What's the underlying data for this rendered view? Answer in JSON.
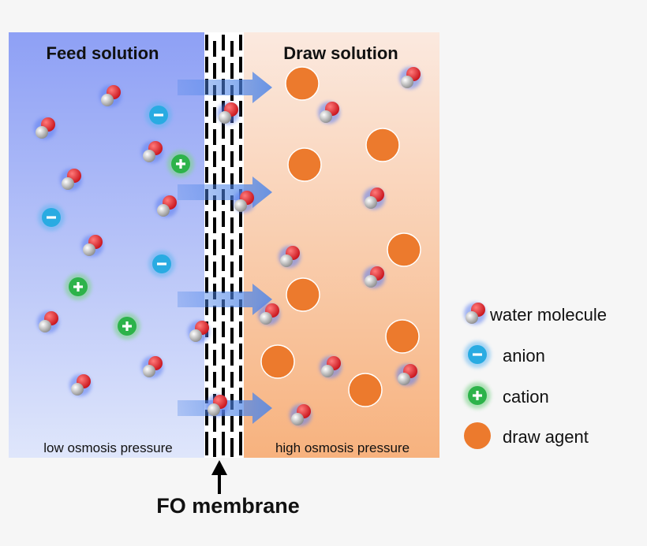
{
  "left_panel": {
    "title": "Feed solution",
    "footer": "low osmosis pressure"
  },
  "right_panel": {
    "title": "Draw solution",
    "footer": "high osmosis pressure"
  },
  "membrane": {
    "label": "FO membrane"
  },
  "legend": {
    "items": [
      {
        "key": "water",
        "label": "water molecule"
      },
      {
        "key": "anion",
        "label": "anion"
      },
      {
        "key": "cation",
        "label": "cation"
      },
      {
        "key": "draw",
        "label": "draw agent"
      }
    ]
  },
  "colors": {
    "feed_gradient_top": "#8ea0f5",
    "feed_gradient_bottom": "#dfe6fb",
    "draw_gradient_top": "#fbe9df",
    "draw_gradient_bottom": "#f7b27e",
    "water_oxygen": "#e8262a",
    "water_hydrogen": "#9e9e9e",
    "anion": "#29abe2",
    "cation": "#2db34a",
    "draw_agent": "#ec7a2d",
    "arrow": "#4f86e8"
  },
  "icons": {
    "water": "water-molecule-icon",
    "anion": "minus-ion-icon",
    "cation": "plus-ion-icon",
    "draw": "draw-agent-icon",
    "flow": "flow-arrow-icon",
    "pointer": "up-arrow-icon"
  }
}
